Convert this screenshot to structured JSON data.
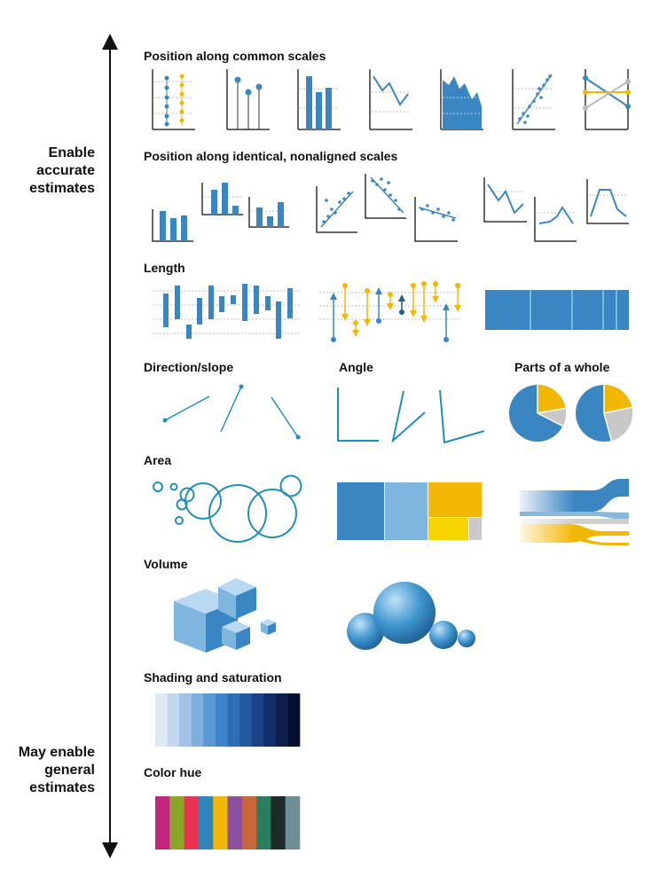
{
  "axis": {
    "top_label": [
      "Enable",
      "accurate",
      "estimates"
    ],
    "bottom_label": [
      "May enable",
      "general",
      "estimates"
    ]
  },
  "sections": {
    "position_common": "Position along common scales",
    "position_nonaligned": "Position along identical, nonaligned scales",
    "length": "Length",
    "direction": "Direction/slope",
    "angle": "Angle",
    "parts": "Parts of a whole",
    "area": "Area",
    "volume": "Volume",
    "shading": "Shading and saturation",
    "hue": "Color hue"
  },
  "colors": {
    "blue": "#3a86c3",
    "light_blue": "#7fb6e0",
    "yellow": "#f2b705",
    "gray": "#c8c8c8",
    "teal": "#1f8fb8"
  },
  "shading_swatches": [
    "#dfe9f5",
    "#c3d8ef",
    "#a2c3e6",
    "#7eaedd",
    "#5a98d4",
    "#3e84c8",
    "#2f6eb7",
    "#2458a0",
    "#1b4386",
    "#132f69",
    "#0d1e4c",
    "#070f2e"
  ],
  "hue_swatches": [
    "#c2267e",
    "#8aa629",
    "#e8334f",
    "#2f86b9",
    "#f2b707",
    "#8a4f9e",
    "#c7673a",
    "#2c7c5e",
    "#1e2b2b",
    "#6f8f98"
  ]
}
